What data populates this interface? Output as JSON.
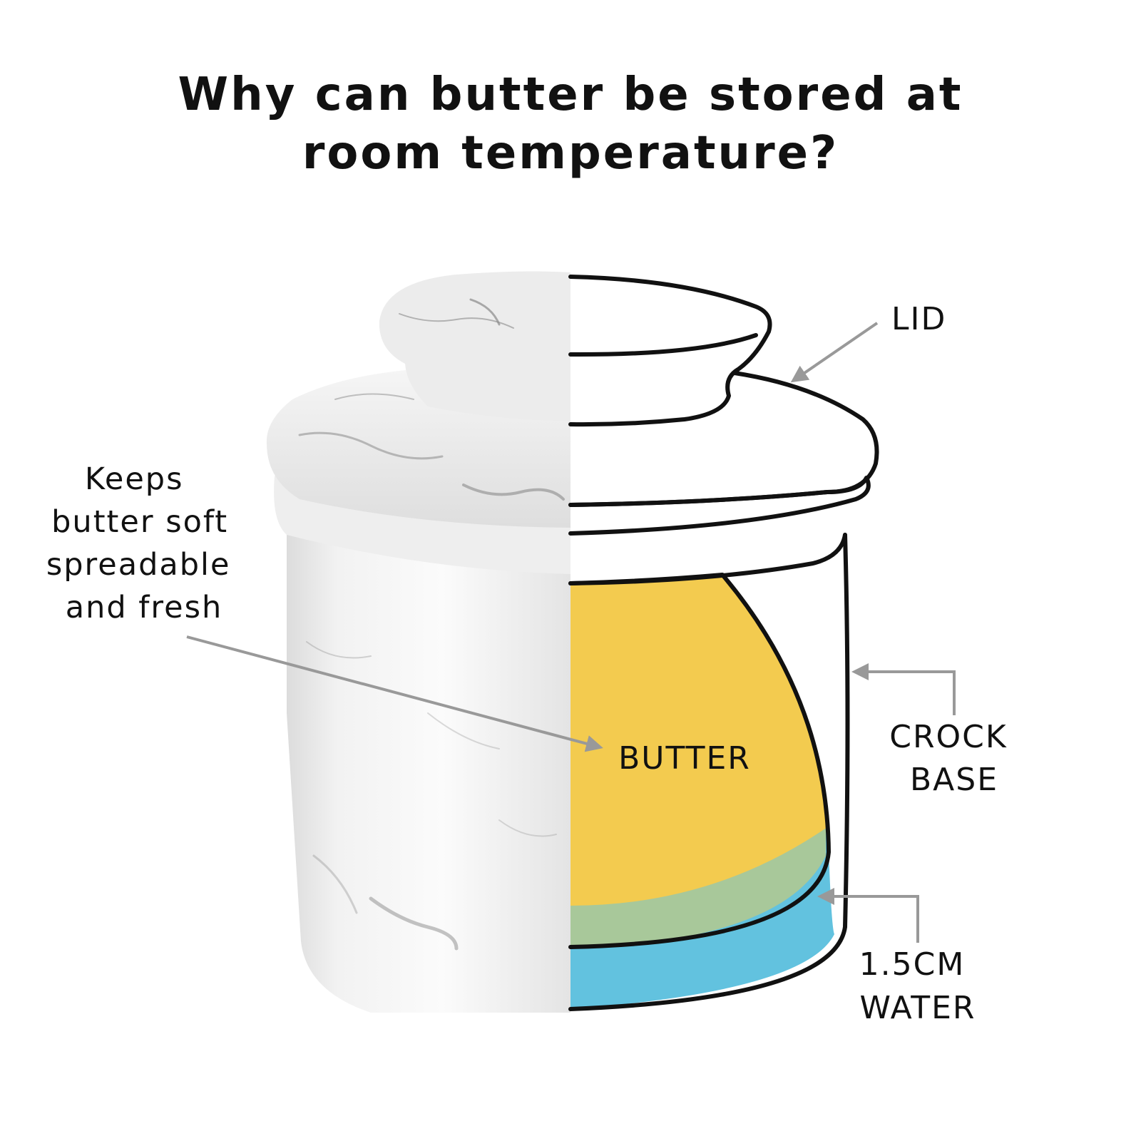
{
  "title": {
    "line1": "Why can butter be stored at",
    "line2": "room temperature?"
  },
  "labels": {
    "lid": "LID",
    "crock_base": [
      "CROCK",
      "BASE"
    ],
    "water": [
      "1.5CM",
      "WATER"
    ],
    "butter": "BUTTER",
    "keeps": [
      "Keeps",
      "butter soft",
      "spreadable",
      "and fresh"
    ]
  },
  "colors": {
    "butter": "#F3CB4F",
    "softened_layer": "#A8C89A",
    "water": "#62C2DF",
    "outline": "#111111",
    "leader_arrow": "#999999",
    "marble": "#E9E9E9"
  }
}
